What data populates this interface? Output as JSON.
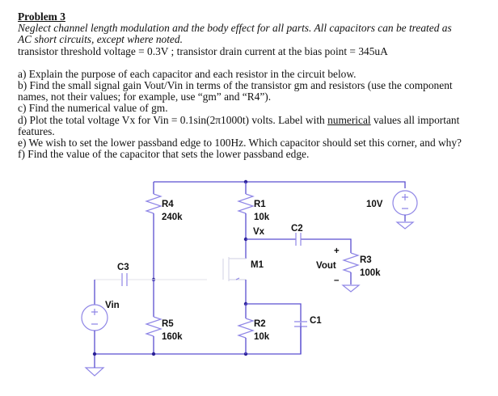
{
  "problem": {
    "title": "Problem 3",
    "intro_italic_1": "Neglect channel length modulation and the body effect for all parts. All capacitors can be treated as",
    "intro_italic_2": "AC short circuits, except where noted.",
    "given": "transistor threshold voltage = 0.3V ; transistor drain current at the bias point = 345uA",
    "questions": {
      "a": "a) Explain the purpose of each capacitor and each resistor in the circuit below.",
      "b1": "b) Find the small signal gain Vout/Vin in terms of the transistor gm and resistors (use the component",
      "b2": "names, not their values; for example, use “gm” and “R4”).",
      "c": "c) Find the numerical value of gm.",
      "d_pre": "d) Plot the total voltage Vx for Vin = 0.1sin(2π1000t) volts. Label with ",
      "d_u": "numerical",
      "d_post": " values all important",
      "d2": "features.",
      "e": "e) We wish to set the lower passband edge to 100Hz. Which capacitor should set this corner, and why?",
      "f": "f) Find the value of the capacitor that sets the lower passband edge."
    }
  },
  "schematic": {
    "components": {
      "R4": {
        "name": "R4",
        "value": "240k"
      },
      "R5": {
        "name": "R5",
        "value": "160k"
      },
      "R1": {
        "name": "R1",
        "value": "10k"
      },
      "R2": {
        "name": "R2",
        "value": "10k"
      },
      "R3": {
        "name": "R3",
        "value": "100k"
      },
      "C1": {
        "name": "C1"
      },
      "C2": {
        "name": "C2"
      },
      "C3": {
        "name": "C3"
      },
      "M1": {
        "name": "M1"
      },
      "V1": {
        "value": "10V"
      },
      "Vin": {
        "name": "Vin"
      }
    },
    "nets": {
      "vx": "Vx",
      "vout": "Vout",
      "plus": "+",
      "minus": "–"
    }
  }
}
